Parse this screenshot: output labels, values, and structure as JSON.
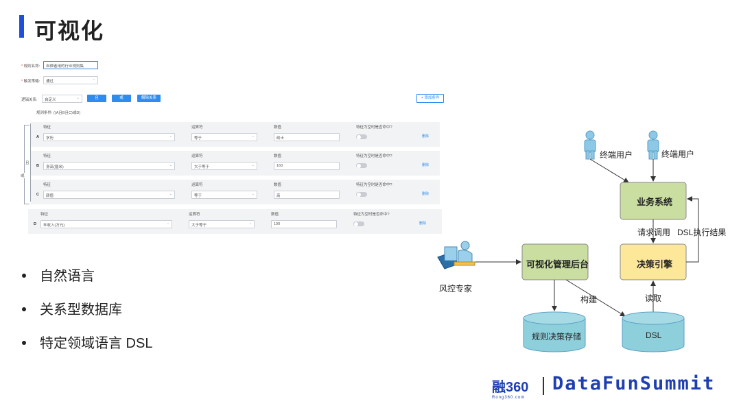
{
  "page": {
    "title": "可视化"
  },
  "form": {
    "rule_name_label": "规则名称:",
    "rule_name_value": "自律者用的行业规则集",
    "trigger_label": "触发策略:",
    "trigger_value": "通过",
    "logic_label": "逻辑关系:",
    "logic_value": "自定义",
    "and_button": "且",
    "or_button": "或",
    "unbind_button": "解除关系",
    "add_condition_button": "+ 添加条件",
    "rule_condition_text": "规则条件: ((A且B且C)或D)",
    "bracket_and": "且",
    "bracket_or": "或",
    "rows": [
      {
        "id": "A",
        "feature_label": "特征",
        "operator_label": "运算符",
        "value_label": "数值",
        "toggle_label": "特征为空时是否命中?",
        "feature": "学历",
        "operator": "等于",
        "value": "硕士",
        "delete": "删除"
      },
      {
        "id": "B",
        "feature_label": "特征",
        "operator_label": "运算符",
        "value_label": "数值",
        "toggle_label": "特征为空时是否命中?",
        "feature": "身高(厘米)",
        "operator": "大于等于",
        "value": "160",
        "delete": "删除"
      },
      {
        "id": "C",
        "feature_label": "特征",
        "operator_label": "运算符",
        "value_label": "数值",
        "toggle_label": "特征为空时是否命中?",
        "feature": "颜值",
        "operator": "等于",
        "value": "高",
        "delete": "删除"
      },
      {
        "id": "D",
        "feature_label": "特征",
        "operator_label": "运算符",
        "value_label": "数值",
        "toggle_label": "特征为空时是否命中?",
        "feature": "年收入(万元)",
        "operator": "大于等于",
        "value": "100",
        "delete": "删除"
      }
    ]
  },
  "bullets": [
    "自然语言",
    "关系型数据库",
    "特定领域语言 DSL"
  ],
  "diagram": {
    "user1": "终端用户",
    "user2": "终端用户",
    "business": "业务系统",
    "request": "请求调用",
    "dsl_result": "DSL执行结果",
    "decision": "决策引擎",
    "admin": "可视化管理后台",
    "expert": "风控专家",
    "build": "构建",
    "read": "读取",
    "rule_store": "规则决策存储",
    "dsl": "DSL",
    "colors": {
      "box_green": "#c9dea0",
      "box_yellow": "#fde89a",
      "cylinder": "#8ecfdc",
      "person": "#8dc8e6"
    }
  },
  "footer": {
    "logo_left": "融360",
    "logo_left_sub": "Rong360.com",
    "logo_right": "DataFunSummit"
  }
}
